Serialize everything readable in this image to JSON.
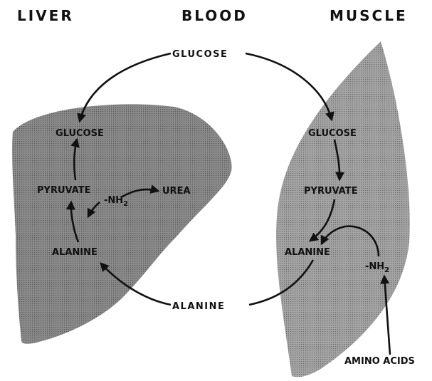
{
  "headers": {
    "liver": "LIVER",
    "blood": "BLOOD",
    "muscle": "MUSCLE"
  },
  "blood": {
    "glucose": "GLUCOSE",
    "alanine": "ALANINE"
  },
  "liver": {
    "glucose": "GLUCOSE",
    "pyruvate": "PYRUVATE",
    "urea": "UREA",
    "amino_group": "-NH",
    "amino_sub": "2",
    "alanine": "ALANINE"
  },
  "muscle": {
    "glucose": "GLUCOSE",
    "pyruvate": "PYRUVATE",
    "alanine": "ALANINE",
    "amino_group": "-NH",
    "amino_sub": "2",
    "amino_acids": "AMINO ACIDS"
  },
  "colors": {
    "ink": "#111111",
    "liver_fill": "#8a8a8a",
    "muscle_fill": "#a4a4a4",
    "background": "#ffffff"
  }
}
